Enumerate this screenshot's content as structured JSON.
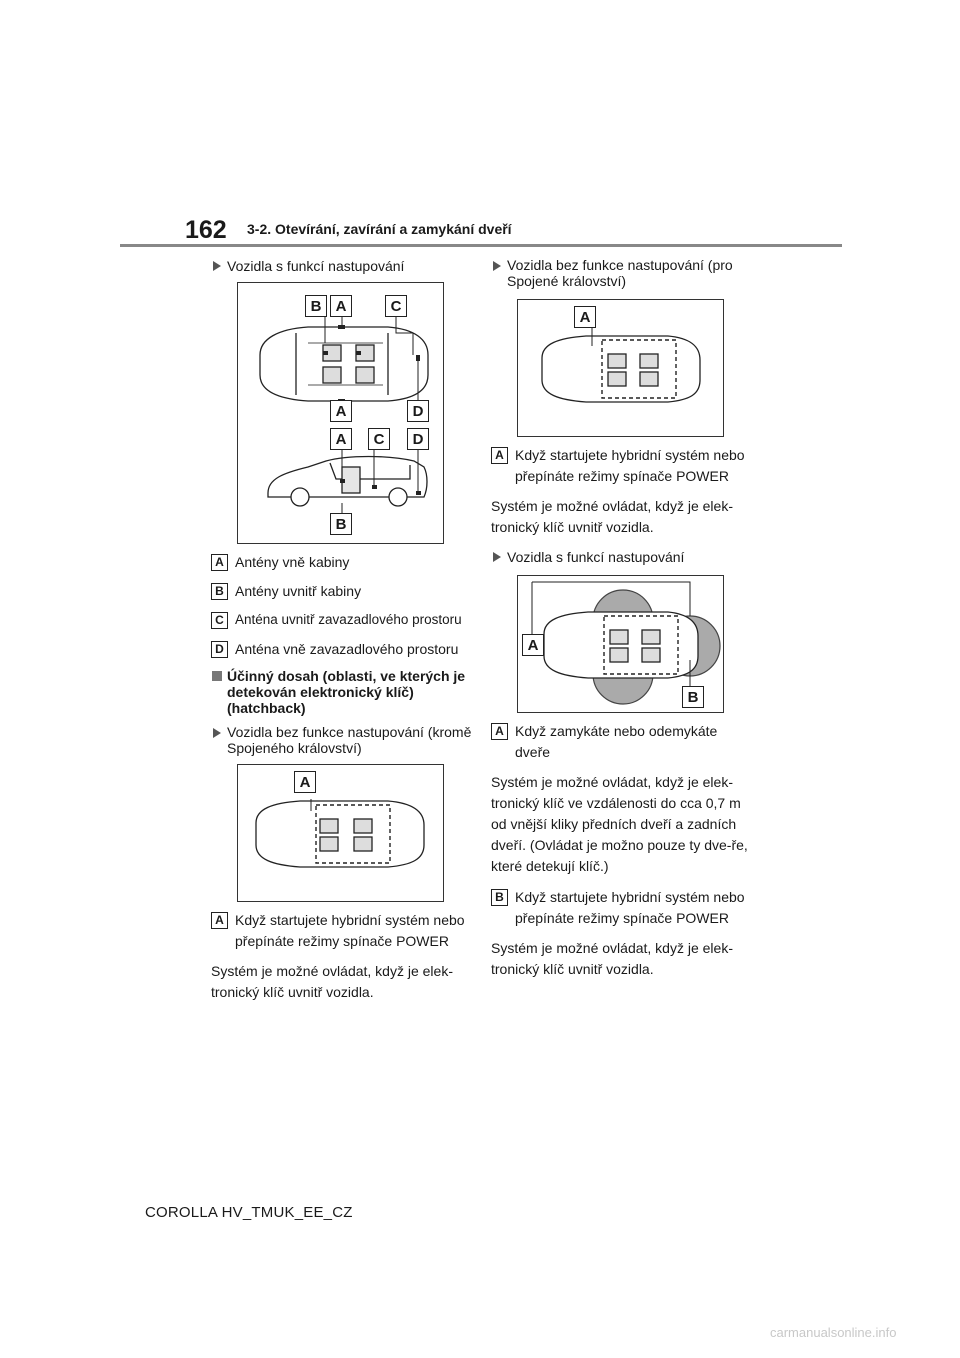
{
  "header": {
    "page_number": "162",
    "section_title": "3-2. Otevírání, zavírání a zamykání dveří"
  },
  "footer": {
    "model": "COROLLA HV_TMUK_EE_CZ",
    "watermark": "carmanualsonline.info"
  },
  "left": {
    "bullet1": "Vozidla s funkcí nastupování",
    "fig1_labels": {
      "top": [
        "B",
        "A",
        "C"
      ],
      "middle": [
        "A",
        "D"
      ],
      "side": [
        "A",
        "C",
        "D"
      ],
      "bottom": "B"
    },
    "legend": [
      {
        "key": "A",
        "text": "Antény vně kabiny"
      },
      {
        "key": "B",
        "text": "Antény uvnitř kabiny"
      },
      {
        "key": "C",
        "text": "Anténa uvnitř zavazadlového prostoru"
      },
      {
        "key": "D",
        "text": "Anténa vně zavazadlového prostoru"
      }
    ],
    "heading": "Účinný dosah (oblasti, ve kterých je detekován elektronický klíč) (hatchback)",
    "bullet2": "Vozidla bez funkce nastupování (kromě Spojeného království)",
    "fig2_label": "A",
    "item_a": {
      "key": "A",
      "text": "Když startujete hybridní systém nebo přepínáte režimy spínače POWER"
    },
    "para": "Systém je možné ovládat, když je elek-tronický klíč uvnitř vozidla."
  },
  "right": {
    "bullet1": "Vozidla bez funkce nastupování (pro Spojené království)",
    "fig3_label": "A",
    "item_a1": {
      "key": "A",
      "text": "Když startujete hybridní systém nebo přepínáte režimy spínače POWER"
    },
    "para1": "Systém je možné ovládat, když je elek-tronický klíč uvnitř vozidla.",
    "bullet2": "Vozidla s funkcí nastupování",
    "fig4_labels": {
      "a": "A",
      "b": "B"
    },
    "item_a2": {
      "key": "A",
      "text": "Když zamykáte nebo odemykáte dveře"
    },
    "para2": "Systém je možné ovládat, když je elek-tronický klíč ve vzdálenosti do cca 0,7 m od vnější kliky předních dveří a zadních dveří. (Ovládat je možno pouze ty dve-ře, které detekují klíč.)",
    "item_b": {
      "key": "B",
      "text": "Když startujete hybridní systém nebo přepínáte režimy spínače POWER"
    },
    "para3": "Systém je možné ovládat, když je elek-tronický klíč uvnitř vozidla."
  }
}
